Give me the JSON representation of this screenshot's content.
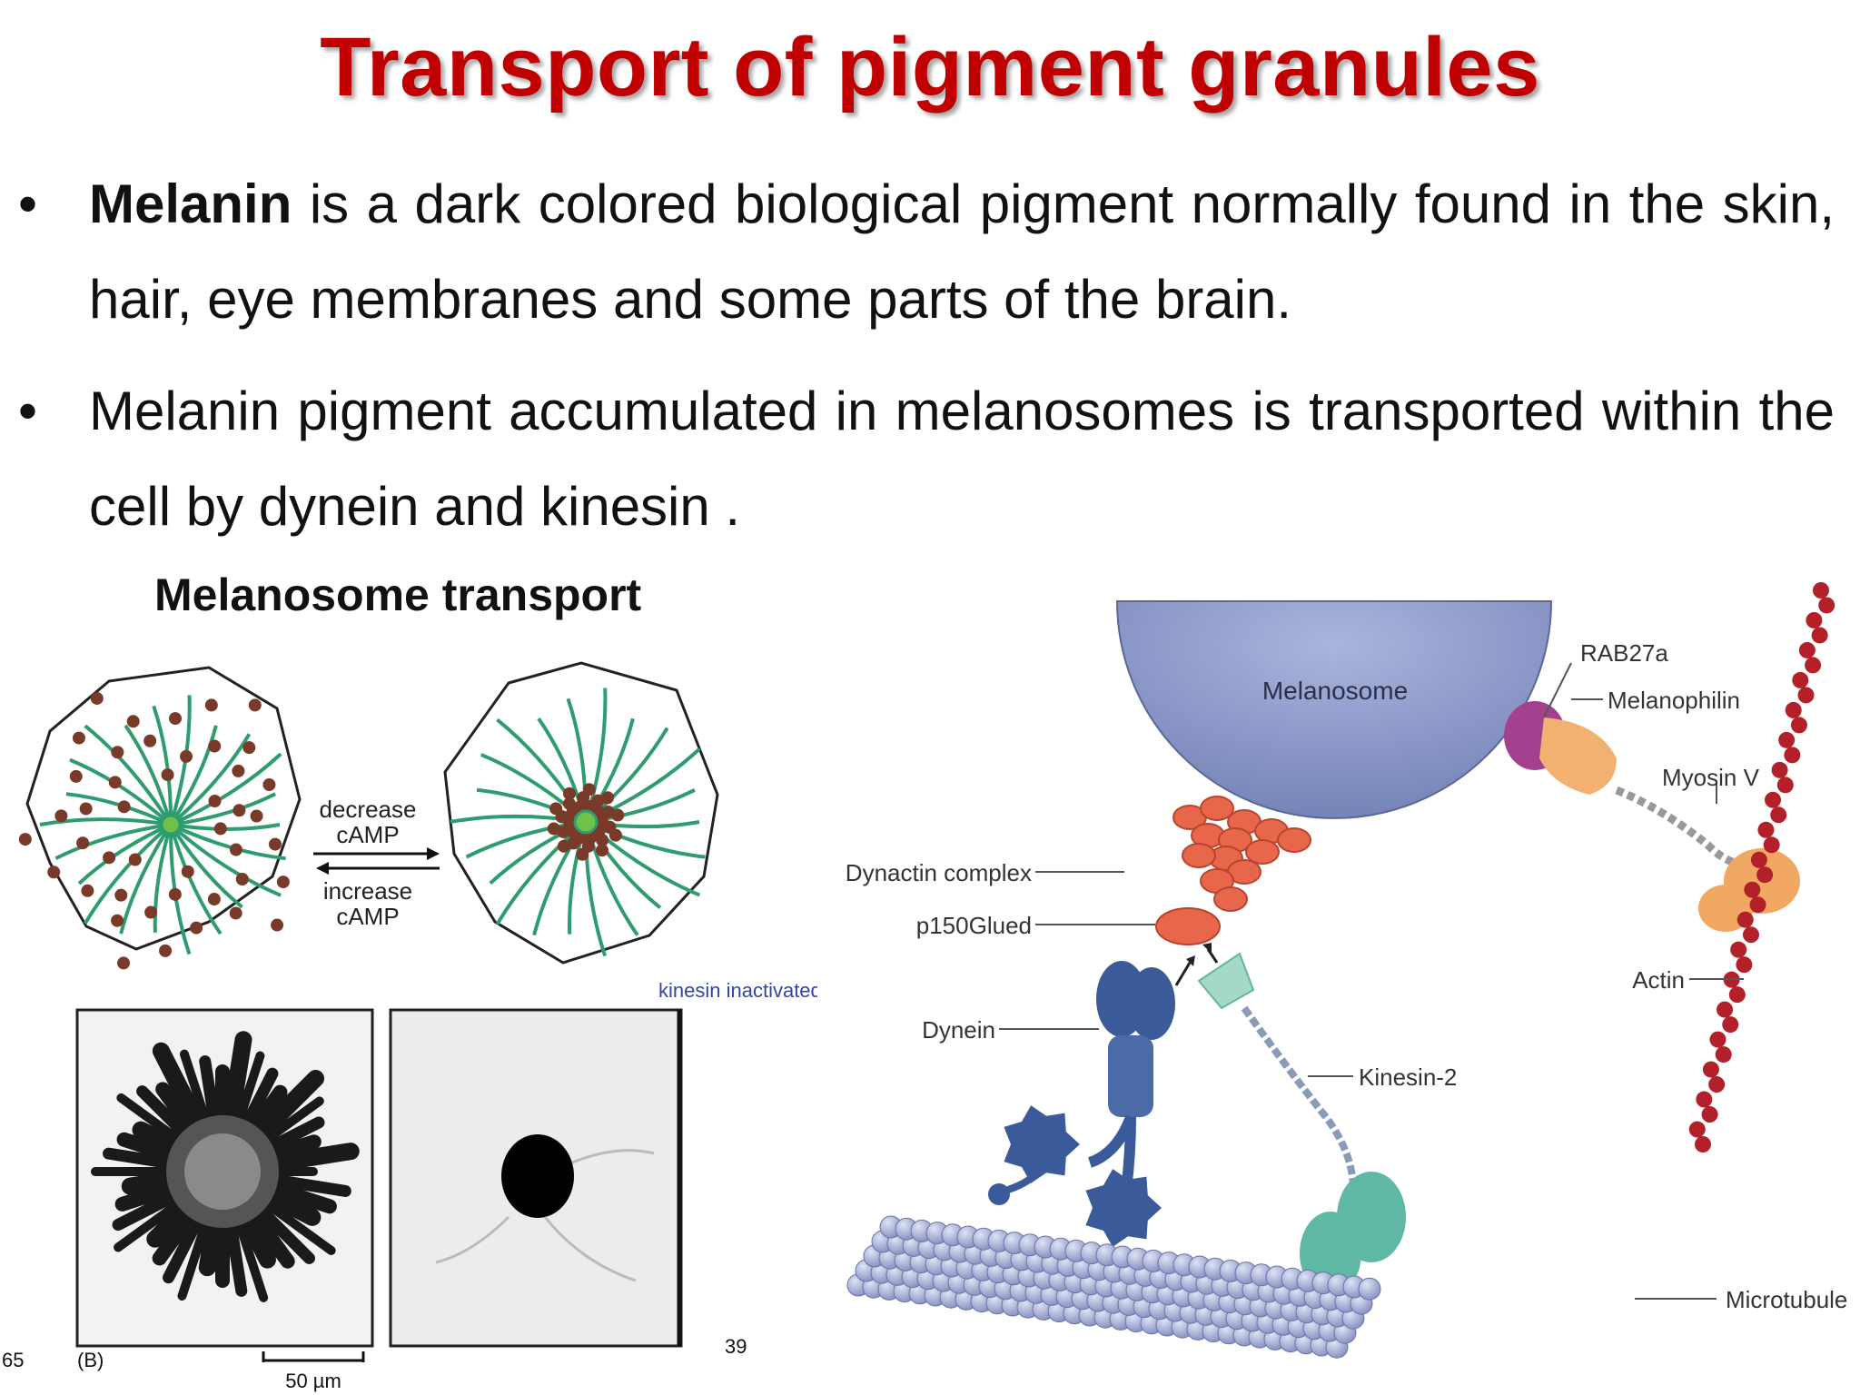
{
  "slide": {
    "title": "Transport of pigment granules",
    "bullets": [
      {
        "bold": "Melanin",
        "text": " is a dark colored biological pigment normally found in the skin, hair, eye membranes and some parts of the brain."
      },
      {
        "bold": "",
        "text": "Melanin pigment accumulated in melanosomes is transported within the cell by dynein and kinesin ."
      }
    ],
    "bullet_char": "•"
  },
  "left_figure": {
    "title": "Melanosome transport",
    "arrow_top_label_1": "decrease",
    "arrow_top_label_2": "cAMP",
    "arrow_bottom_label_1": "increase",
    "arrow_bottom_label_2": "cAMP",
    "kinesin_note": "kinesin inactivated",
    "panel_label": "(B)",
    "scale_label": "50 µm",
    "page_left": "65",
    "page_right": "39"
  },
  "right_figure": {
    "labels": {
      "melanosome": "Melanosome",
      "rab27a": "RAB27a",
      "melanophilin": "Melanophilin",
      "myosin": "Myosin V",
      "actin": "Actin",
      "dynactin": "Dynactin complex",
      "p150": "p150Glued",
      "dynein": "Dynein",
      "kinesin": "Kinesin-2",
      "microtubule": "Microtubule"
    }
  },
  "colors": {
    "title": "#c00000",
    "melanosome": "#8b97c4",
    "dynein": "#3b5a9a",
    "kinesin": "#5fb8a3",
    "actin": "#b3202a",
    "myosin": "#f0a862",
    "dynactin": "#e8664a",
    "microtubule": "#9aa3cf",
    "pigment": "#7a3a2a",
    "fiber": "#2e9c6e"
  }
}
